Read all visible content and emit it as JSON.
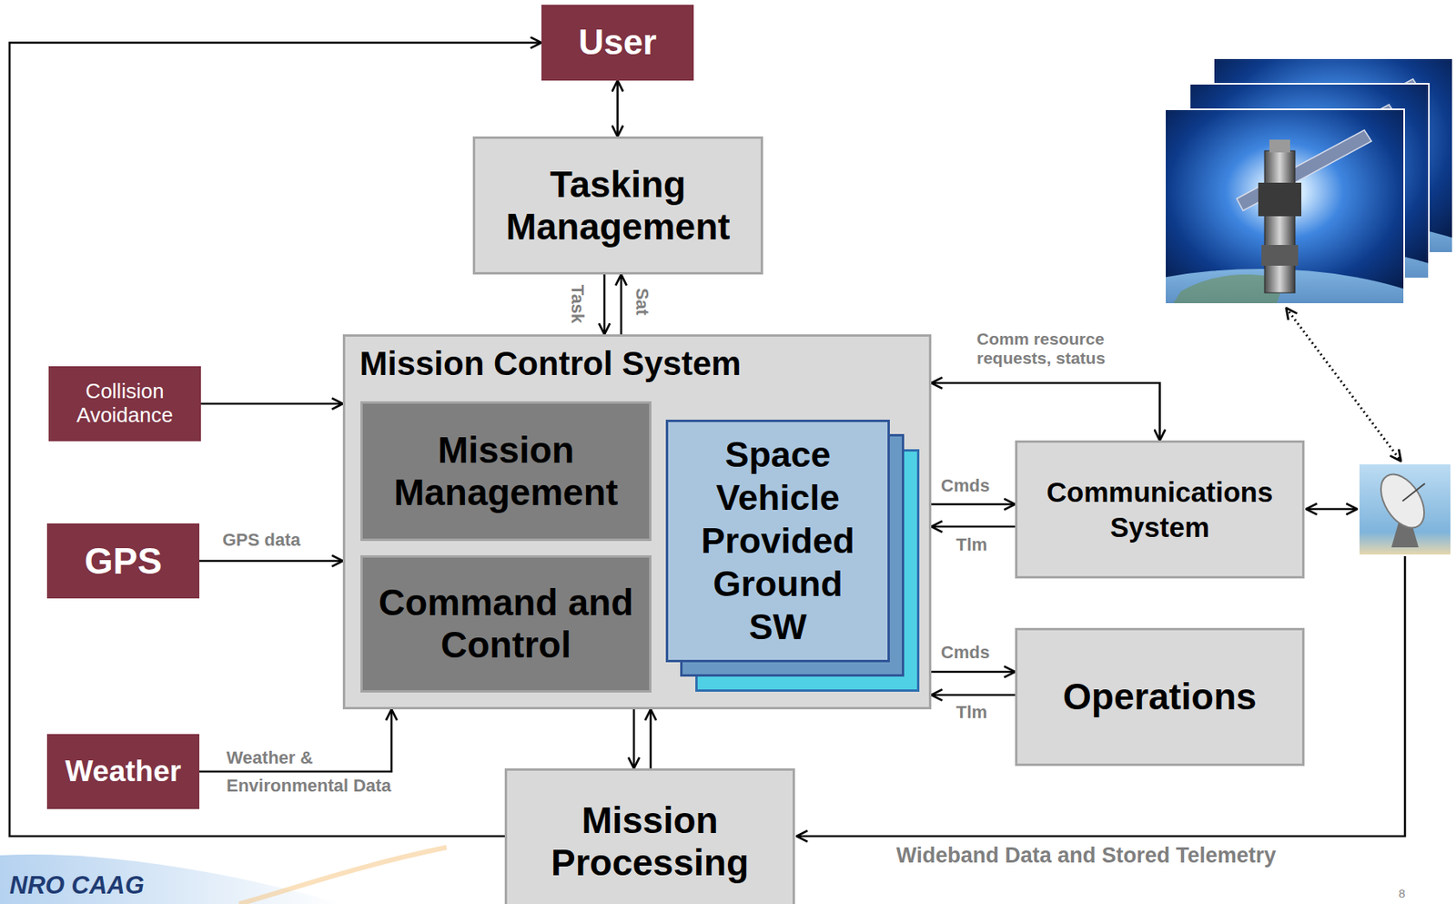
{
  "diagram": {
    "nodes": [
      {
        "text": [
          "User"
        ]
      },
      {
        "text": [
          "Tasking Management"
        ]
      },
      {
        "text": [
          "Mission Control System"
        ]
      },
      {
        "text": [
          "Mission Management"
        ],
        "in": 2
      },
      {
        "text": [
          "Command and Control"
        ],
        "in": 2
      },
      {
        "text": [
          "Space Vehicle Provided Ground SW"
        ],
        "in": 2
      },
      {
        "text": [
          "Collision Avoidance"
        ]
      },
      {
        "text": [
          "GPS"
        ]
      },
      {
        "text": [
          "Weather"
        ]
      },
      {
        "text": [
          "Communications System"
        ]
      },
      {
        "text": [
          "Operations"
        ]
      },
      {
        "text": [
          "Mission Processing"
        ]
      }
    ],
    "edges": [
      {
        "from": 0,
        "to": 1,
        "arrow": "both"
      },
      {
        "from": 1,
        "to": 2,
        "label": "Task",
        "arrow": "to"
      },
      {
        "from": 2,
        "to": 1,
        "label": "Sat",
        "arrow": "to"
      },
      {
        "from": 6,
        "to": 2,
        "arrow": "to"
      },
      {
        "from": 7,
        "to": 2,
        "label": "GPS data",
        "arrow": "to"
      },
      {
        "from": 8,
        "to": 2,
        "label": "Weather & Environmental Data",
        "arrow": "to"
      },
      {
        "from": 2,
        "to": 9,
        "label": "Comm resource requests, status",
        "arrow": "both"
      },
      {
        "from": 2,
        "to": 9,
        "label": "Cmds",
        "arrow": "to"
      },
      {
        "from": 9,
        "to": 2,
        "label": "Tlm",
        "arrow": "to"
      },
      {
        "from": 2,
        "to": 10,
        "label": "Cmds",
        "arrow": "to"
      },
      {
        "from": 10,
        "to": 2,
        "label": "Tlm",
        "arrow": "to"
      },
      {
        "from": 2,
        "to": 11,
        "arrow": "to"
      },
      {
        "from": 11,
        "to": 2,
        "arrow": "to"
      },
      {
        "from": 11,
        "to": 0,
        "arrow": "to"
      }
    ],
    "labels": [
      "Wideband Data and Stored Telemetry",
      "NRO CAAG",
      "8"
    ]
  }
}
